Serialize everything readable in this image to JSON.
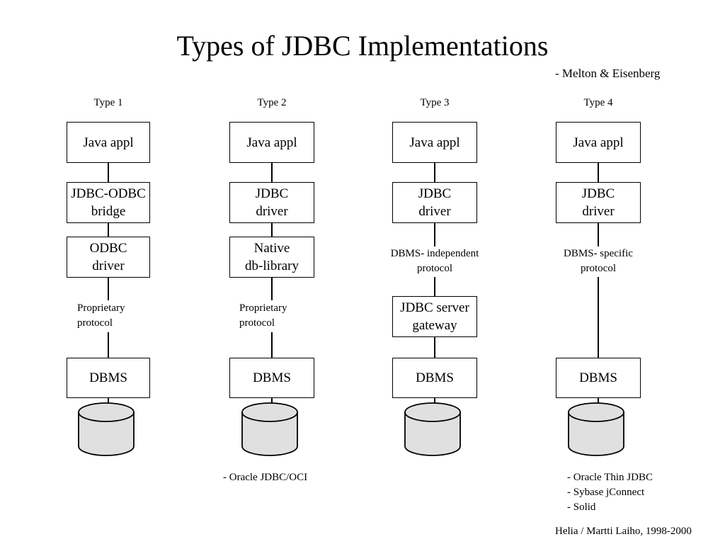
{
  "slide": {
    "title": "Types of JDBC Implementations",
    "attribution": "- Melton & Eisenberg",
    "credit": "Helia / Martti Laiho, 1998-2000",
    "background_color": "#ffffff",
    "line_color": "#000000",
    "cylinder_fill": "#e0e0e0"
  },
  "columns": [
    {
      "header": "Type 1",
      "nodes": [
        {
          "id": "t1-app",
          "label": "Java appl"
        },
        {
          "id": "t1-bridge",
          "label": "JDBC-ODBC\nbridge"
        },
        {
          "id": "t1-odbc",
          "label": "ODBC\ndriver"
        },
        {
          "id": "t1-dbms",
          "label": "DBMS"
        }
      ],
      "protocol_label": "Proprietary\nprotocol",
      "protocol_align": "left",
      "database_icon": "database-cylinder-icon",
      "footnote": ""
    },
    {
      "header": "Type 2",
      "nodes": [
        {
          "id": "t2-app",
          "label": "Java appl"
        },
        {
          "id": "t2-driver",
          "label": "JDBC\ndriver"
        },
        {
          "id": "t2-native",
          "label": "Native\ndb-library"
        },
        {
          "id": "t2-dbms",
          "label": "DBMS"
        }
      ],
      "protocol_label": "Proprietary\nprotocol",
      "protocol_align": "left",
      "database_icon": "database-cylinder-icon",
      "footnote": "- Oracle JDBC/OCI"
    },
    {
      "header": "Type 3",
      "nodes": [
        {
          "id": "t3-app",
          "label": "Java appl"
        },
        {
          "id": "t3-driver",
          "label": "JDBC\ndriver"
        },
        {
          "id": "t3-gateway",
          "label": "JDBC server\ngateway"
        },
        {
          "id": "t3-dbms",
          "label": "DBMS"
        }
      ],
      "protocol_label": "DBMS- independent\nprotocol",
      "protocol_align": "center",
      "database_icon": "database-cylinder-icon",
      "footnote": ""
    },
    {
      "header": "Type 4",
      "nodes": [
        {
          "id": "t4-app",
          "label": "Java appl"
        },
        {
          "id": "t4-driver",
          "label": "JDBC\ndriver"
        },
        {
          "id": "t4-dbms",
          "label": "DBMS"
        }
      ],
      "protocol_label": "DBMS- specific\nprotocol",
      "protocol_align": "center",
      "database_icon": "database-cylinder-icon",
      "footnote": "- Oracle Thin JDBC\n- Sybase jConnect\n- Solid"
    }
  ]
}
